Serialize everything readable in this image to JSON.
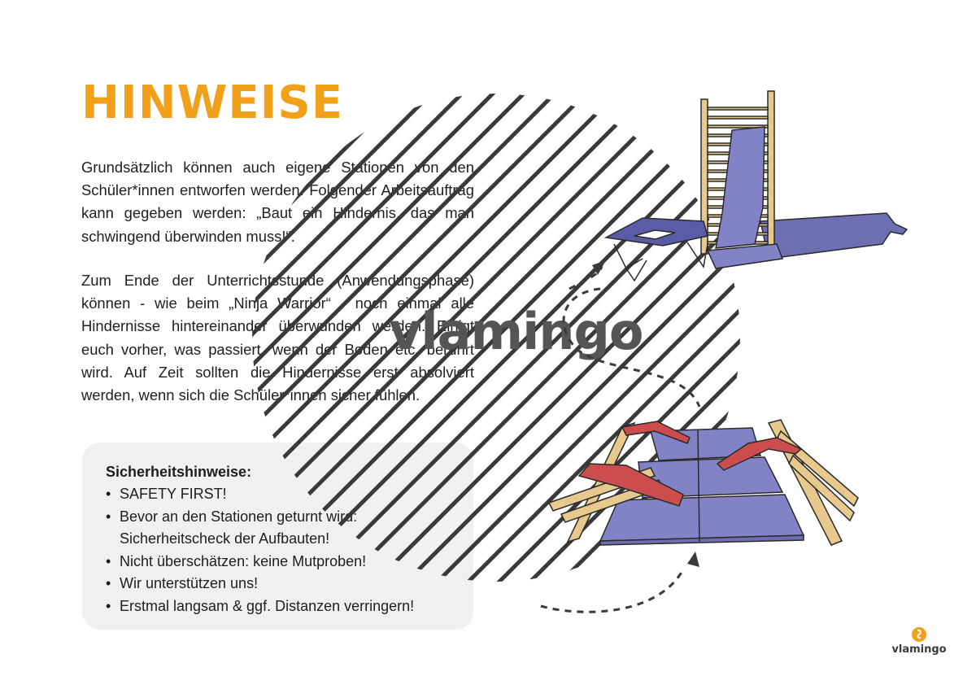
{
  "page": {
    "title": "HINWEISE",
    "paragraphs": [
      "Grundsätzlich können auch eigene Stationen von den Schüler*innen entworfen werden. Folgender Arbeitsauftrag kann gegeben werden: „Baut ein Hindernis, das man schwingend überwinden muss!“.",
      "Zum Ende der Unterrichtsstunde (Anwendungsphase) können - wie beim „Ninja Warrior“ - noch einmal alle Hindernisse hintereinander überwunden werden. Einigt euch vorher, was passiert, wenn der Boden etc. berührt wird. Auf Zeit sollten die Hindernisse erst absolviert werden, wenn sich die Schüler*innen sicher fühlen."
    ]
  },
  "safety": {
    "title": "Sicherheitshinweise:",
    "items": [
      "SAFETY FIRST!",
      "Bevor an den Stationen geturnt wird: Sicherheitscheck der Aufbauten!",
      "Nicht überschätzen: keine Mutproben!",
      "Wir unterstützen uns!",
      "Erstmal langsam & ggf. Distanzen verringern!"
    ]
  },
  "watermark": {
    "text": "vlamingo"
  },
  "brand": {
    "logo_text": "vlamingo"
  },
  "colors": {
    "title": "#f0a01a",
    "mat_blue": "#8283c6",
    "beam_red": "#cc4d4d",
    "wood": "#e8c98d",
    "hatch": "#3a3a3a"
  },
  "icons": [
    "wall-bars-icon",
    "mini-trampoline-icon",
    "gym-mat-icon",
    "springboard-icon",
    "dashed-arrow-icon",
    "flamingo-logo-icon"
  ]
}
